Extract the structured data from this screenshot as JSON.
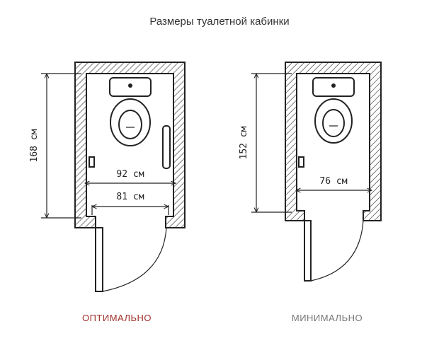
{
  "title": "Размеры туалетной кабинки",
  "left": {
    "caption": "ОПТИМАЛЬНО",
    "caption_color": "#a0302a",
    "height_label": "168 см",
    "width_outer_label": "92 см",
    "width_inner_label": "81 см"
  },
  "right": {
    "caption": "МИНИМАЛЬНО",
    "caption_color": "#777777",
    "height_label": "152 см",
    "width_label": "76 см"
  }
}
